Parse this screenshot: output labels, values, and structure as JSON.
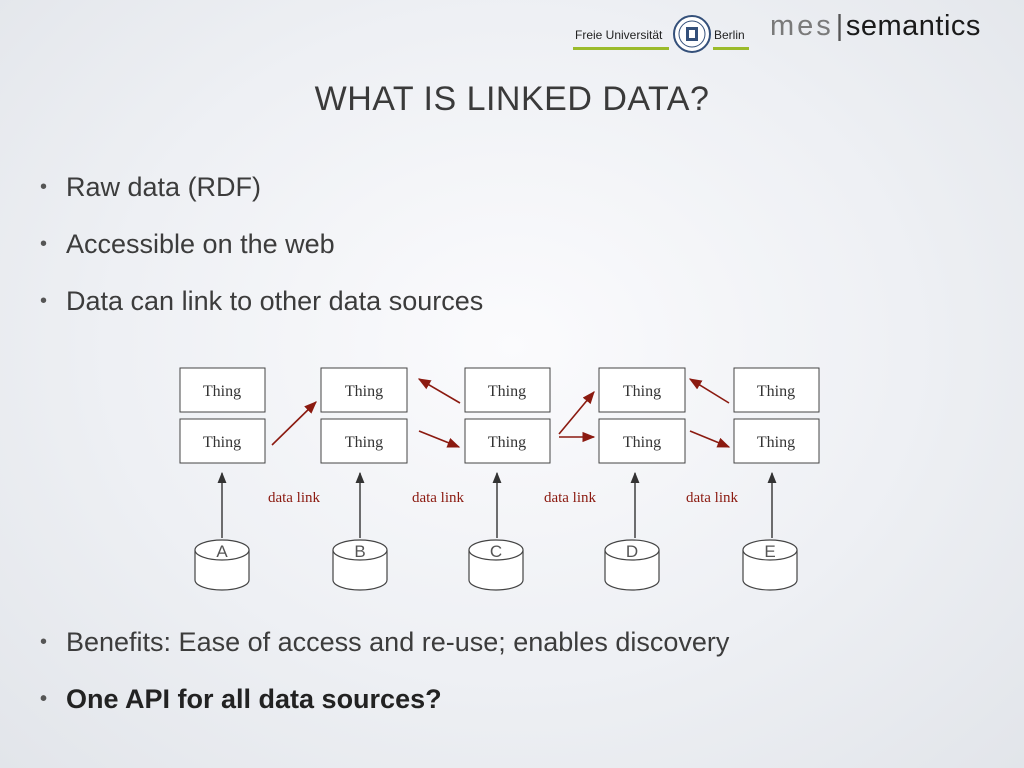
{
  "header": {
    "university_left": "Freie Universität",
    "university_right": "Berlin",
    "brand_prefix": "mes",
    "brand_suffix": "semantics",
    "brand_separator": "|"
  },
  "slide": {
    "title": "WHAT IS LINKED DATA?",
    "bullets_top": [
      "Raw data (RDF)",
      "Accessible on the web",
      "Data can link to other data sources"
    ],
    "bullets_bottom": [
      "Benefits: Ease of access and re-use; enables discovery",
      "One API for all data sources?"
    ],
    "bullet_symbol": "•"
  },
  "diagram": {
    "thing_label": "Thing",
    "link_label": "data link",
    "databases": [
      "A",
      "B",
      "C",
      "D",
      "E"
    ],
    "colors": {
      "link": "#8b1a10",
      "box_border": "#444444",
      "accent_green": "#9bbb2b"
    }
  }
}
